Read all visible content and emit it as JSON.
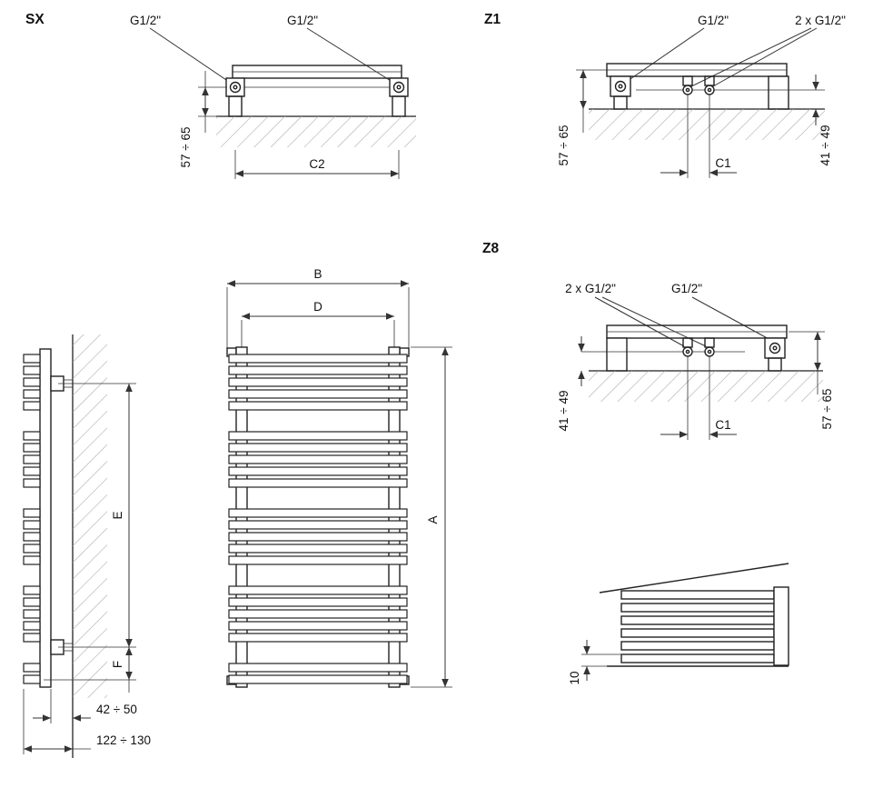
{
  "drawing": {
    "views": {
      "sx": {
        "label": "SX",
        "port_left": "G1/2\"",
        "port_right": "G1/2\"",
        "dim_wall": "57 ÷ 65",
        "dim_span": "C2"
      },
      "z1": {
        "label": "Z1",
        "port": "G1/2\"",
        "ports_center": "2 x G1/2\"",
        "dim_wall": "57 ÷ 65",
        "dim_center_depth": "41 ÷ 49",
        "dim_spacing": "C1"
      },
      "z8": {
        "label": "Z8",
        "ports_center": "2 x G1/2\"",
        "port": "G1/2\"",
        "dim_center_depth": "41 ÷ 49",
        "dim_wall": "57 ÷ 65",
        "dim_spacing": "C1"
      },
      "front": {
        "dim_width_overall": "B",
        "dim_width_axes": "D",
        "dim_height": "A"
      },
      "side": {
        "dim_bracket_span": "E",
        "dim_bracket_bottom": "F",
        "dim_depth_min": "42 ÷ 50",
        "dim_depth_max": "122 ÷ 130"
      },
      "detail": {
        "dim_offset": "10"
      }
    }
  }
}
